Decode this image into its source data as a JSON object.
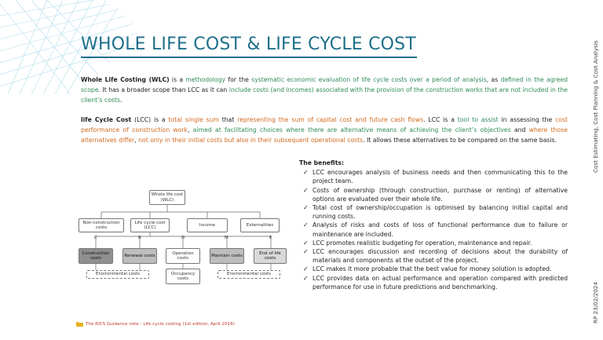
{
  "title": "WHOLE LIFE COST & LIFE CYCLE COST",
  "side_label": "Cost Estimating, Cost Planning & Cost Analysis",
  "side_date": "RP 23/02/2024",
  "wlc": {
    "term": "Whole Life Costing (WLC)",
    "t1": " is a ",
    "t2": "methodology",
    "t3": " for the ",
    "t4": "systematic economic evaluation of life cycle costs over a period of analysis",
    "t5": ", as ",
    "t6": "defined in the agreed scope",
    "t7": ". It has a broader scope than LCC as it can ",
    "t8": "include costs (and incomes) associated with the provision of the construction works that are not included in the client’s costs",
    "t9": "."
  },
  "lcc": {
    "term": "life Cycle Cost",
    "t1": " (LCC) is a ",
    "t2": "total single sum",
    "t3": " that ",
    "t4": "representing the sum of capital cost and future cash flows",
    "t5": ". LCC is a ",
    "t6": "tool to assist",
    "t7": " in assessing the ",
    "t8": "cost performance of construction work",
    "t9": ", ",
    "t10": "aimed at facilitating choices where there are alternative means of achieving the client’s objectives",
    "t11": " and ",
    "t12": "where those alternatives differ",
    "t13": ", ",
    "t14": "not only in their initial costs but also in their subsequent operational costs",
    "t15": ". It allows these alternatives to be compared on the same basis."
  },
  "benefits": {
    "heading": "The benefits:",
    "items": [
      "LCC encourages analysis of business needs and then communicating this to the project team.",
      "Costs of ownership (through construction, purchase or renting) of alternative options are evaluated over their whole life.",
      "Total cost of ownership/occupation is optimised by balancing initial capital and running costs.",
      "Analysis of risks and costs of loss of functional performance due to failure or maintenance are included.",
      "LCC promotes realistic budgeting for operation, maintenance and repair.",
      "LCC encourages discussion and recording of decisions about the durability of materials and components at the outset of the project.",
      "LCC makes it more probable that the best value for money solution is adopted.",
      "LCC provides data on actual performance and operation compared with predicted performance for use in future predictions and benchmarking."
    ]
  },
  "diagram": {
    "root": "Whole life cost (WLC)",
    "level2": [
      "Non-construction costs",
      "Life cycle cost (LCC)",
      "Income",
      "Externalities"
    ],
    "letters": [
      "C",
      "R",
      "O",
      "M",
      "E"
    ],
    "level3": [
      "Construction costs",
      "Renewal costs",
      "Operation costs",
      "Maintain costs",
      "End of life costs"
    ],
    "occupancy": "Occupancy costs",
    "env1": "Environmental costs",
    "env2": "Environmental costs"
  },
  "footnote": "The RICS Guidance note  - Life cycle costing  (1st edition, April 2016)",
  "colors": {
    "title": "#1f6f8b",
    "green": "#2e8b57",
    "orange": "#d2691e",
    "footnote": "#c0392b"
  }
}
